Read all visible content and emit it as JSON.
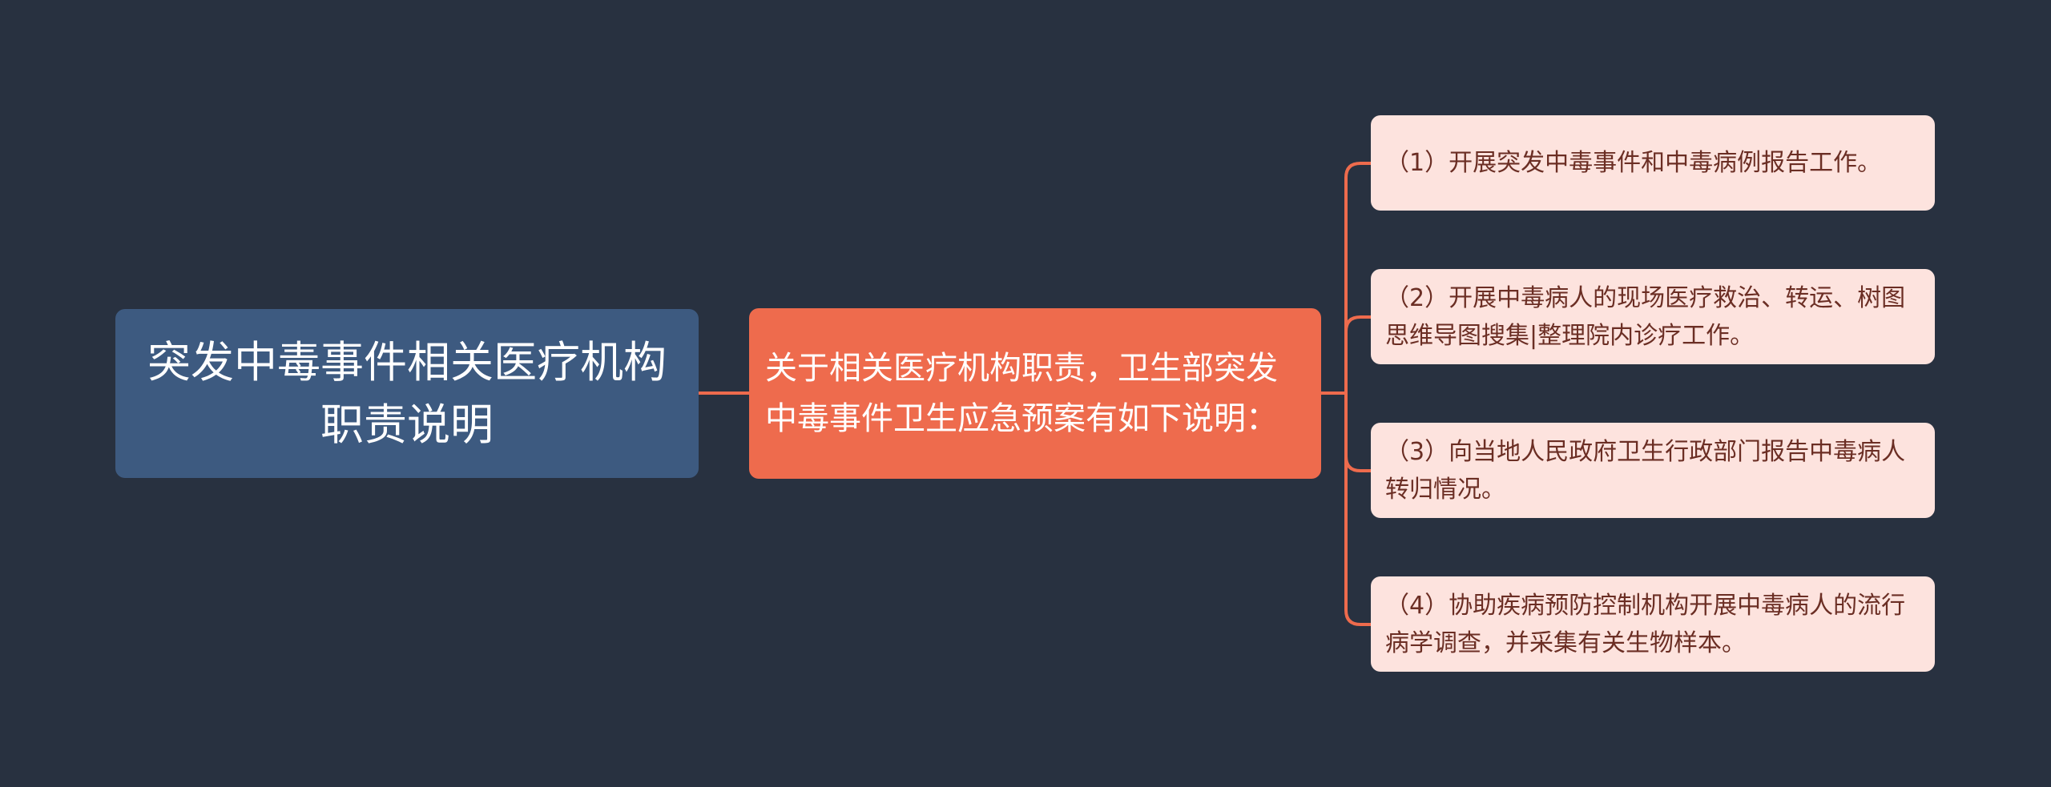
{
  "colors": {
    "background": "#283140",
    "root": "#3d5a80",
    "middle": "#ee6b4d",
    "leaf": "#fde3de",
    "connector": "#ee6b4d"
  },
  "diagram": {
    "root": {
      "text": "突发中毒事件相关医疗机构职责说明"
    },
    "middle": {
      "text": "关于相关医疗机构职责，卫生部突发中毒事件卫生应急预案有如下说明："
    },
    "leaves": [
      {
        "text": "（1）开展突发中毒事件和中毒病例报告工作。"
      },
      {
        "text": "（2）开展中毒病人的现场医疗救治、转运、树图思维导图搜集|整理院内诊疗工作。"
      },
      {
        "text": "（3）向当地人民政府卫生行政部门报告中毒病人转归情况。"
      },
      {
        "text": "（4）协助疾病预防控制机构开展中毒病人的流行病学调查，并采集有关生物样本。"
      }
    ]
  }
}
